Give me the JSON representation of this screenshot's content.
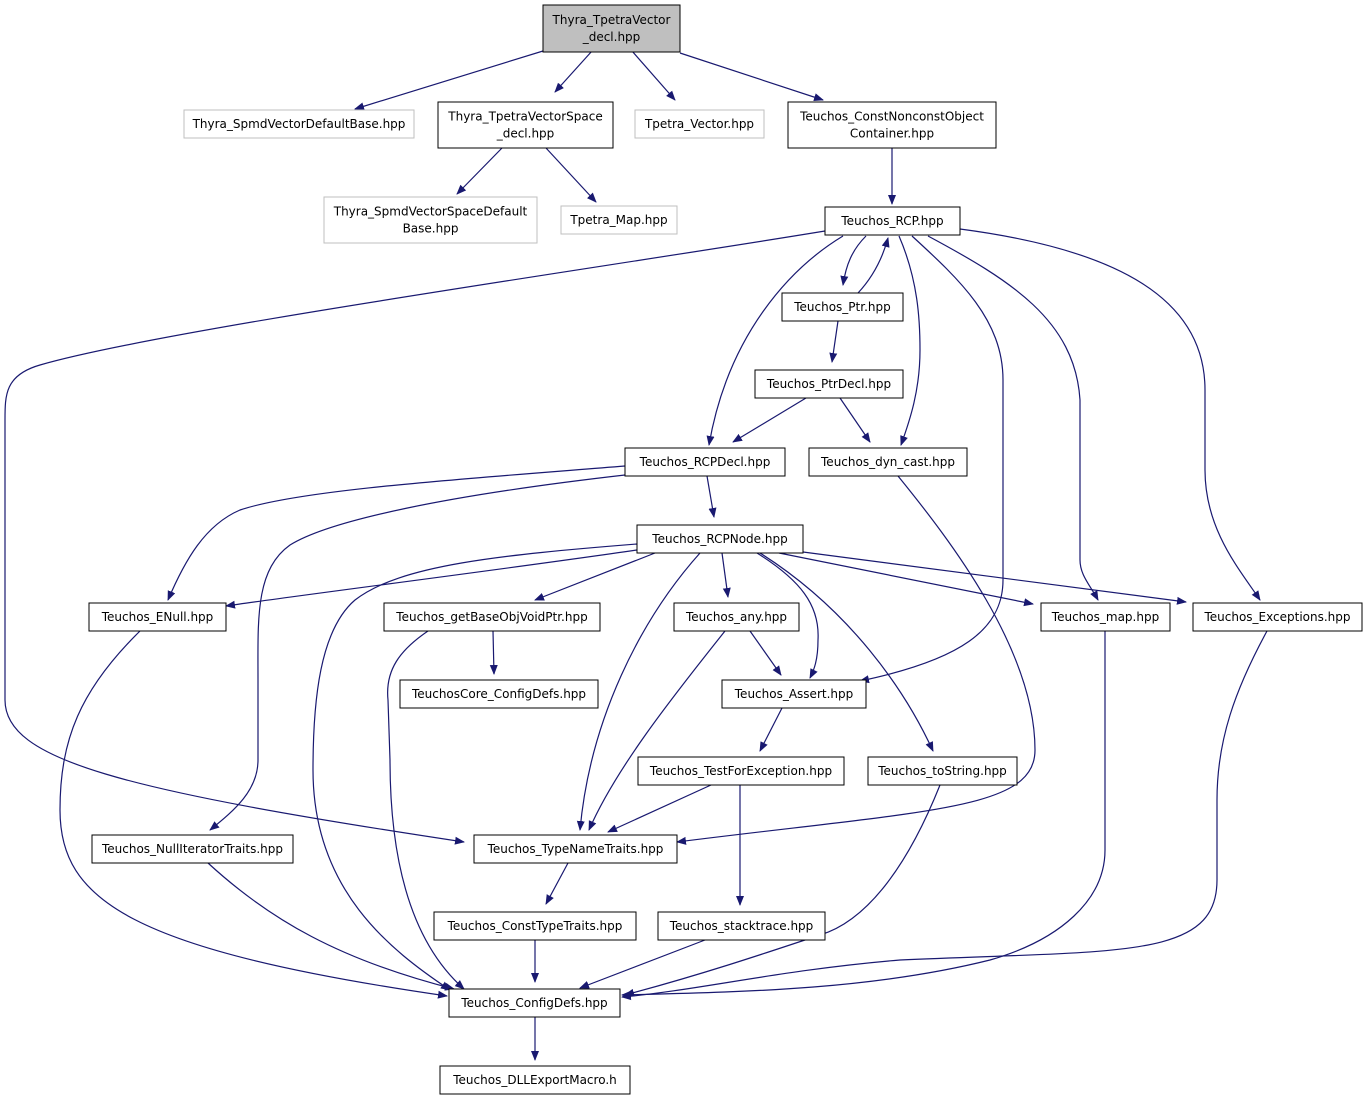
{
  "colors": {
    "edge": "#191970",
    "node_border": "#000000",
    "node_border_external": "#bfbfbf",
    "root_fill": "#bfbfbf",
    "node_fill": "#ffffff"
  },
  "nodes": [
    {
      "id": "root",
      "lines": [
        "Thyra_TpetraVector",
        "_decl.hpp"
      ],
      "kind": "root"
    },
    {
      "id": "spmd_vdb",
      "lines": [
        "Thyra_SpmdVectorDefaultBase.hpp"
      ],
      "kind": "external"
    },
    {
      "id": "tvs_decl",
      "lines": [
        "Thyra_TpetraVectorSpace",
        "_decl.hpp"
      ],
      "kind": "normal"
    },
    {
      "id": "tpetra_vector",
      "lines": [
        "Tpetra_Vector.hpp"
      ],
      "kind": "external"
    },
    {
      "id": "const_nonconst",
      "lines": [
        "Teuchos_ConstNonconstObject",
        "Container.hpp"
      ],
      "kind": "normal"
    },
    {
      "id": "spmd_vsdb",
      "lines": [
        "Thyra_SpmdVectorSpaceDefault",
        "Base.hpp"
      ],
      "kind": "external"
    },
    {
      "id": "tpetra_map",
      "lines": [
        "Tpetra_Map.hpp"
      ],
      "kind": "external"
    },
    {
      "id": "rcp",
      "lines": [
        "Teuchos_RCP.hpp"
      ],
      "kind": "normal"
    },
    {
      "id": "ptr",
      "lines": [
        "Teuchos_Ptr.hpp"
      ],
      "kind": "normal"
    },
    {
      "id": "ptrdecl",
      "lines": [
        "Teuchos_PtrDecl.hpp"
      ],
      "kind": "normal"
    },
    {
      "id": "rcpdecl",
      "lines": [
        "Teuchos_RCPDecl.hpp"
      ],
      "kind": "normal"
    },
    {
      "id": "dyn_cast",
      "lines": [
        "Teuchos_dyn_cast.hpp"
      ],
      "kind": "normal"
    },
    {
      "id": "rcpnode",
      "lines": [
        "Teuchos_RCPNode.hpp"
      ],
      "kind": "normal"
    },
    {
      "id": "enull",
      "lines": [
        "Teuchos_ENull.hpp"
      ],
      "kind": "normal"
    },
    {
      "id": "getbase",
      "lines": [
        "Teuchos_getBaseObjVoidPtr.hpp"
      ],
      "kind": "normal"
    },
    {
      "id": "any",
      "lines": [
        "Teuchos_any.hpp"
      ],
      "kind": "normal"
    },
    {
      "id": "map",
      "lines": [
        "Teuchos_map.hpp"
      ],
      "kind": "normal"
    },
    {
      "id": "exceptions",
      "lines": [
        "Teuchos_Exceptions.hpp"
      ],
      "kind": "normal"
    },
    {
      "id": "core_config",
      "lines": [
        "TeuchosCore_ConfigDefs.hpp"
      ],
      "kind": "normal"
    },
    {
      "id": "assert",
      "lines": [
        "Teuchos_Assert.hpp"
      ],
      "kind": "normal"
    },
    {
      "id": "testforexc",
      "lines": [
        "Teuchos_TestForException.hpp"
      ],
      "kind": "normal"
    },
    {
      "id": "tostring",
      "lines": [
        "Teuchos_toString.hpp"
      ],
      "kind": "normal"
    },
    {
      "id": "nulliter",
      "lines": [
        "Teuchos_NullIteratorTraits.hpp"
      ],
      "kind": "normal"
    },
    {
      "id": "typename",
      "lines": [
        "Teuchos_TypeNameTraits.hpp"
      ],
      "kind": "normal"
    },
    {
      "id": "consttype",
      "lines": [
        "Teuchos_ConstTypeTraits.hpp"
      ],
      "kind": "normal"
    },
    {
      "id": "stacktrace",
      "lines": [
        "Teuchos_stacktrace.hpp"
      ],
      "kind": "normal"
    },
    {
      "id": "configdefs",
      "lines": [
        "Teuchos_ConfigDefs.hpp"
      ],
      "kind": "normal"
    },
    {
      "id": "dllexport",
      "lines": [
        "Teuchos_DLLExportMacro.h"
      ],
      "kind": "normal"
    }
  ],
  "edges": [
    [
      "root",
      "spmd_vdb"
    ],
    [
      "root",
      "tvs_decl"
    ],
    [
      "root",
      "tpetra_vector"
    ],
    [
      "root",
      "const_nonconst"
    ],
    [
      "tvs_decl",
      "spmd_vsdb"
    ],
    [
      "tvs_decl",
      "tpetra_map"
    ],
    [
      "const_nonconst",
      "rcp"
    ],
    [
      "rcp",
      "typename"
    ],
    [
      "rcp",
      "rcpdecl"
    ],
    [
      "rcp",
      "ptr"
    ],
    [
      "ptr",
      "rcp"
    ],
    [
      "rcp",
      "dyn_cast"
    ],
    [
      "rcp",
      "assert"
    ],
    [
      "rcp",
      "map"
    ],
    [
      "rcp",
      "exceptions"
    ],
    [
      "ptr",
      "ptrdecl"
    ],
    [
      "ptrdecl",
      "rcpdecl"
    ],
    [
      "ptrdecl",
      "dyn_cast"
    ],
    [
      "rcpdecl",
      "enull"
    ],
    [
      "rcpdecl",
      "nulliter"
    ],
    [
      "rcpdecl",
      "rcpnode"
    ],
    [
      "dyn_cast",
      "typename"
    ],
    [
      "rcpnode",
      "configdefs"
    ],
    [
      "rcpnode",
      "enull"
    ],
    [
      "rcpnode",
      "getbase"
    ],
    [
      "rcpnode",
      "typename"
    ],
    [
      "rcpnode",
      "any"
    ],
    [
      "rcpnode",
      "assert"
    ],
    [
      "rcpnode",
      "tostring"
    ],
    [
      "rcpnode",
      "map"
    ],
    [
      "rcpnode",
      "exceptions"
    ],
    [
      "enull",
      "configdefs"
    ],
    [
      "getbase",
      "core_config"
    ],
    [
      "getbase",
      "configdefs"
    ],
    [
      "any",
      "assert"
    ],
    [
      "any",
      "typename"
    ],
    [
      "map",
      "configdefs"
    ],
    [
      "exceptions",
      "configdefs"
    ],
    [
      "assert",
      "testforexc"
    ],
    [
      "testforexc",
      "typename"
    ],
    [
      "testforexc",
      "stacktrace"
    ],
    [
      "tostring",
      "configdefs"
    ],
    [
      "nulliter",
      "configdefs"
    ],
    [
      "typename",
      "consttype"
    ],
    [
      "consttype",
      "configdefs"
    ],
    [
      "stacktrace",
      "configdefs"
    ],
    [
      "configdefs",
      "dllexport"
    ]
  ]
}
